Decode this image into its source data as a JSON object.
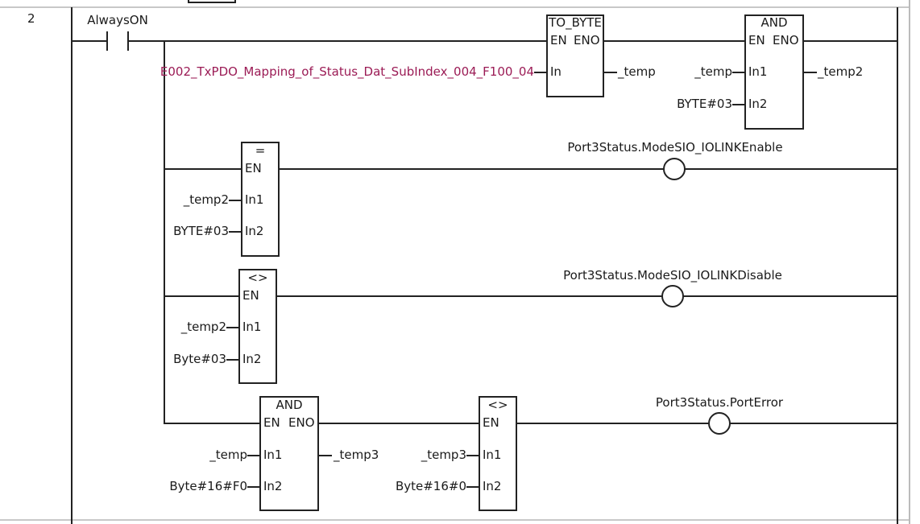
{
  "rung": {
    "number": "2"
  },
  "contact": {
    "label": "AlwaysON"
  },
  "row1": {
    "to_byte": {
      "title": "TO_BYTE",
      "en": "EN",
      "eno": "ENO",
      "in": "In",
      "input": "E002_TxPDO_Mapping_of_Status_Dat_SubIndex_004_F100_04",
      "output": "_temp"
    },
    "and": {
      "title": "AND",
      "en": "EN",
      "eno": "ENO",
      "in1": "In1",
      "in2": "In2",
      "input1": "_temp",
      "input2": "BYTE#03",
      "output": "_temp2"
    }
  },
  "row2": {
    "cmp": {
      "title": "=",
      "en": "EN",
      "in1": "In1",
      "in2": "In2",
      "input1": "_temp2",
      "input2": "BYTE#03"
    },
    "coil": "Port3Status.ModeSIO_IOLINKEnable"
  },
  "row3": {
    "cmp": {
      "title": "<>",
      "en": "EN",
      "in1": "In1",
      "in2": "In2",
      "input1": "_temp2",
      "input2": "Byte#03"
    },
    "coil": "Port3Status.ModeSIO_IOLINKDisable"
  },
  "row4": {
    "and": {
      "title": "AND",
      "en": "EN",
      "eno": "ENO",
      "in1": "In1",
      "in2": "In2",
      "input1": "_temp",
      "input2": "Byte#16#F0",
      "output": "_temp3"
    },
    "cmp": {
      "title": "<>",
      "en": "EN",
      "in1": "In1",
      "in2": "In2",
      "input1": "_temp3",
      "input2": "Byte#16#0"
    },
    "coil": "Port3Status.PortError"
  },
  "colors": {
    "variable": "#9b1b55",
    "line": "#222222",
    "background": "#ffffff"
  }
}
